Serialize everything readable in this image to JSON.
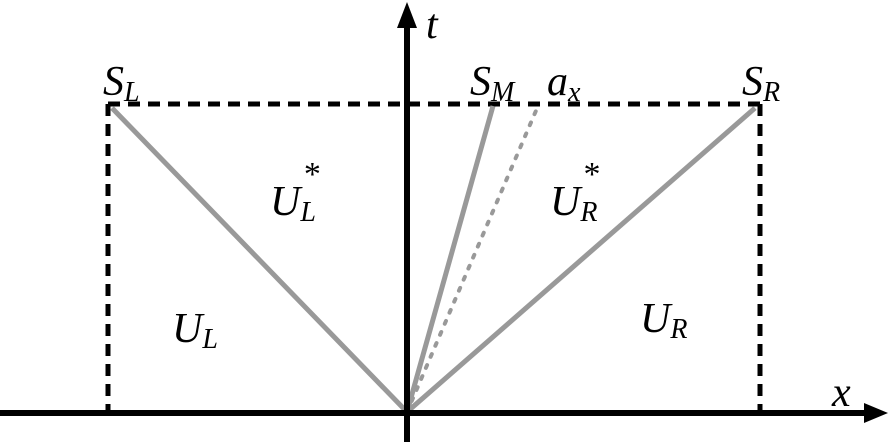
{
  "axes": {
    "x_label": "x",
    "t_label": "t"
  },
  "waves": {
    "left": {
      "base": "S",
      "sub": "L"
    },
    "middle": {
      "base": "S",
      "sub": "M"
    },
    "sound": {
      "base": "a",
      "sub": "x"
    },
    "right": {
      "base": "S",
      "sub": "R"
    }
  },
  "regions": {
    "left": {
      "base": "U",
      "sub": "L"
    },
    "left_star": {
      "base": "U",
      "sub": "L",
      "sup": "*"
    },
    "right_star": {
      "base": "U",
      "sub": "R",
      "sup": "*"
    },
    "right": {
      "base": "U",
      "sub": "R"
    }
  },
  "colors": {
    "axes": "#000000",
    "wave_lines": "#999999",
    "box": "#000000"
  }
}
